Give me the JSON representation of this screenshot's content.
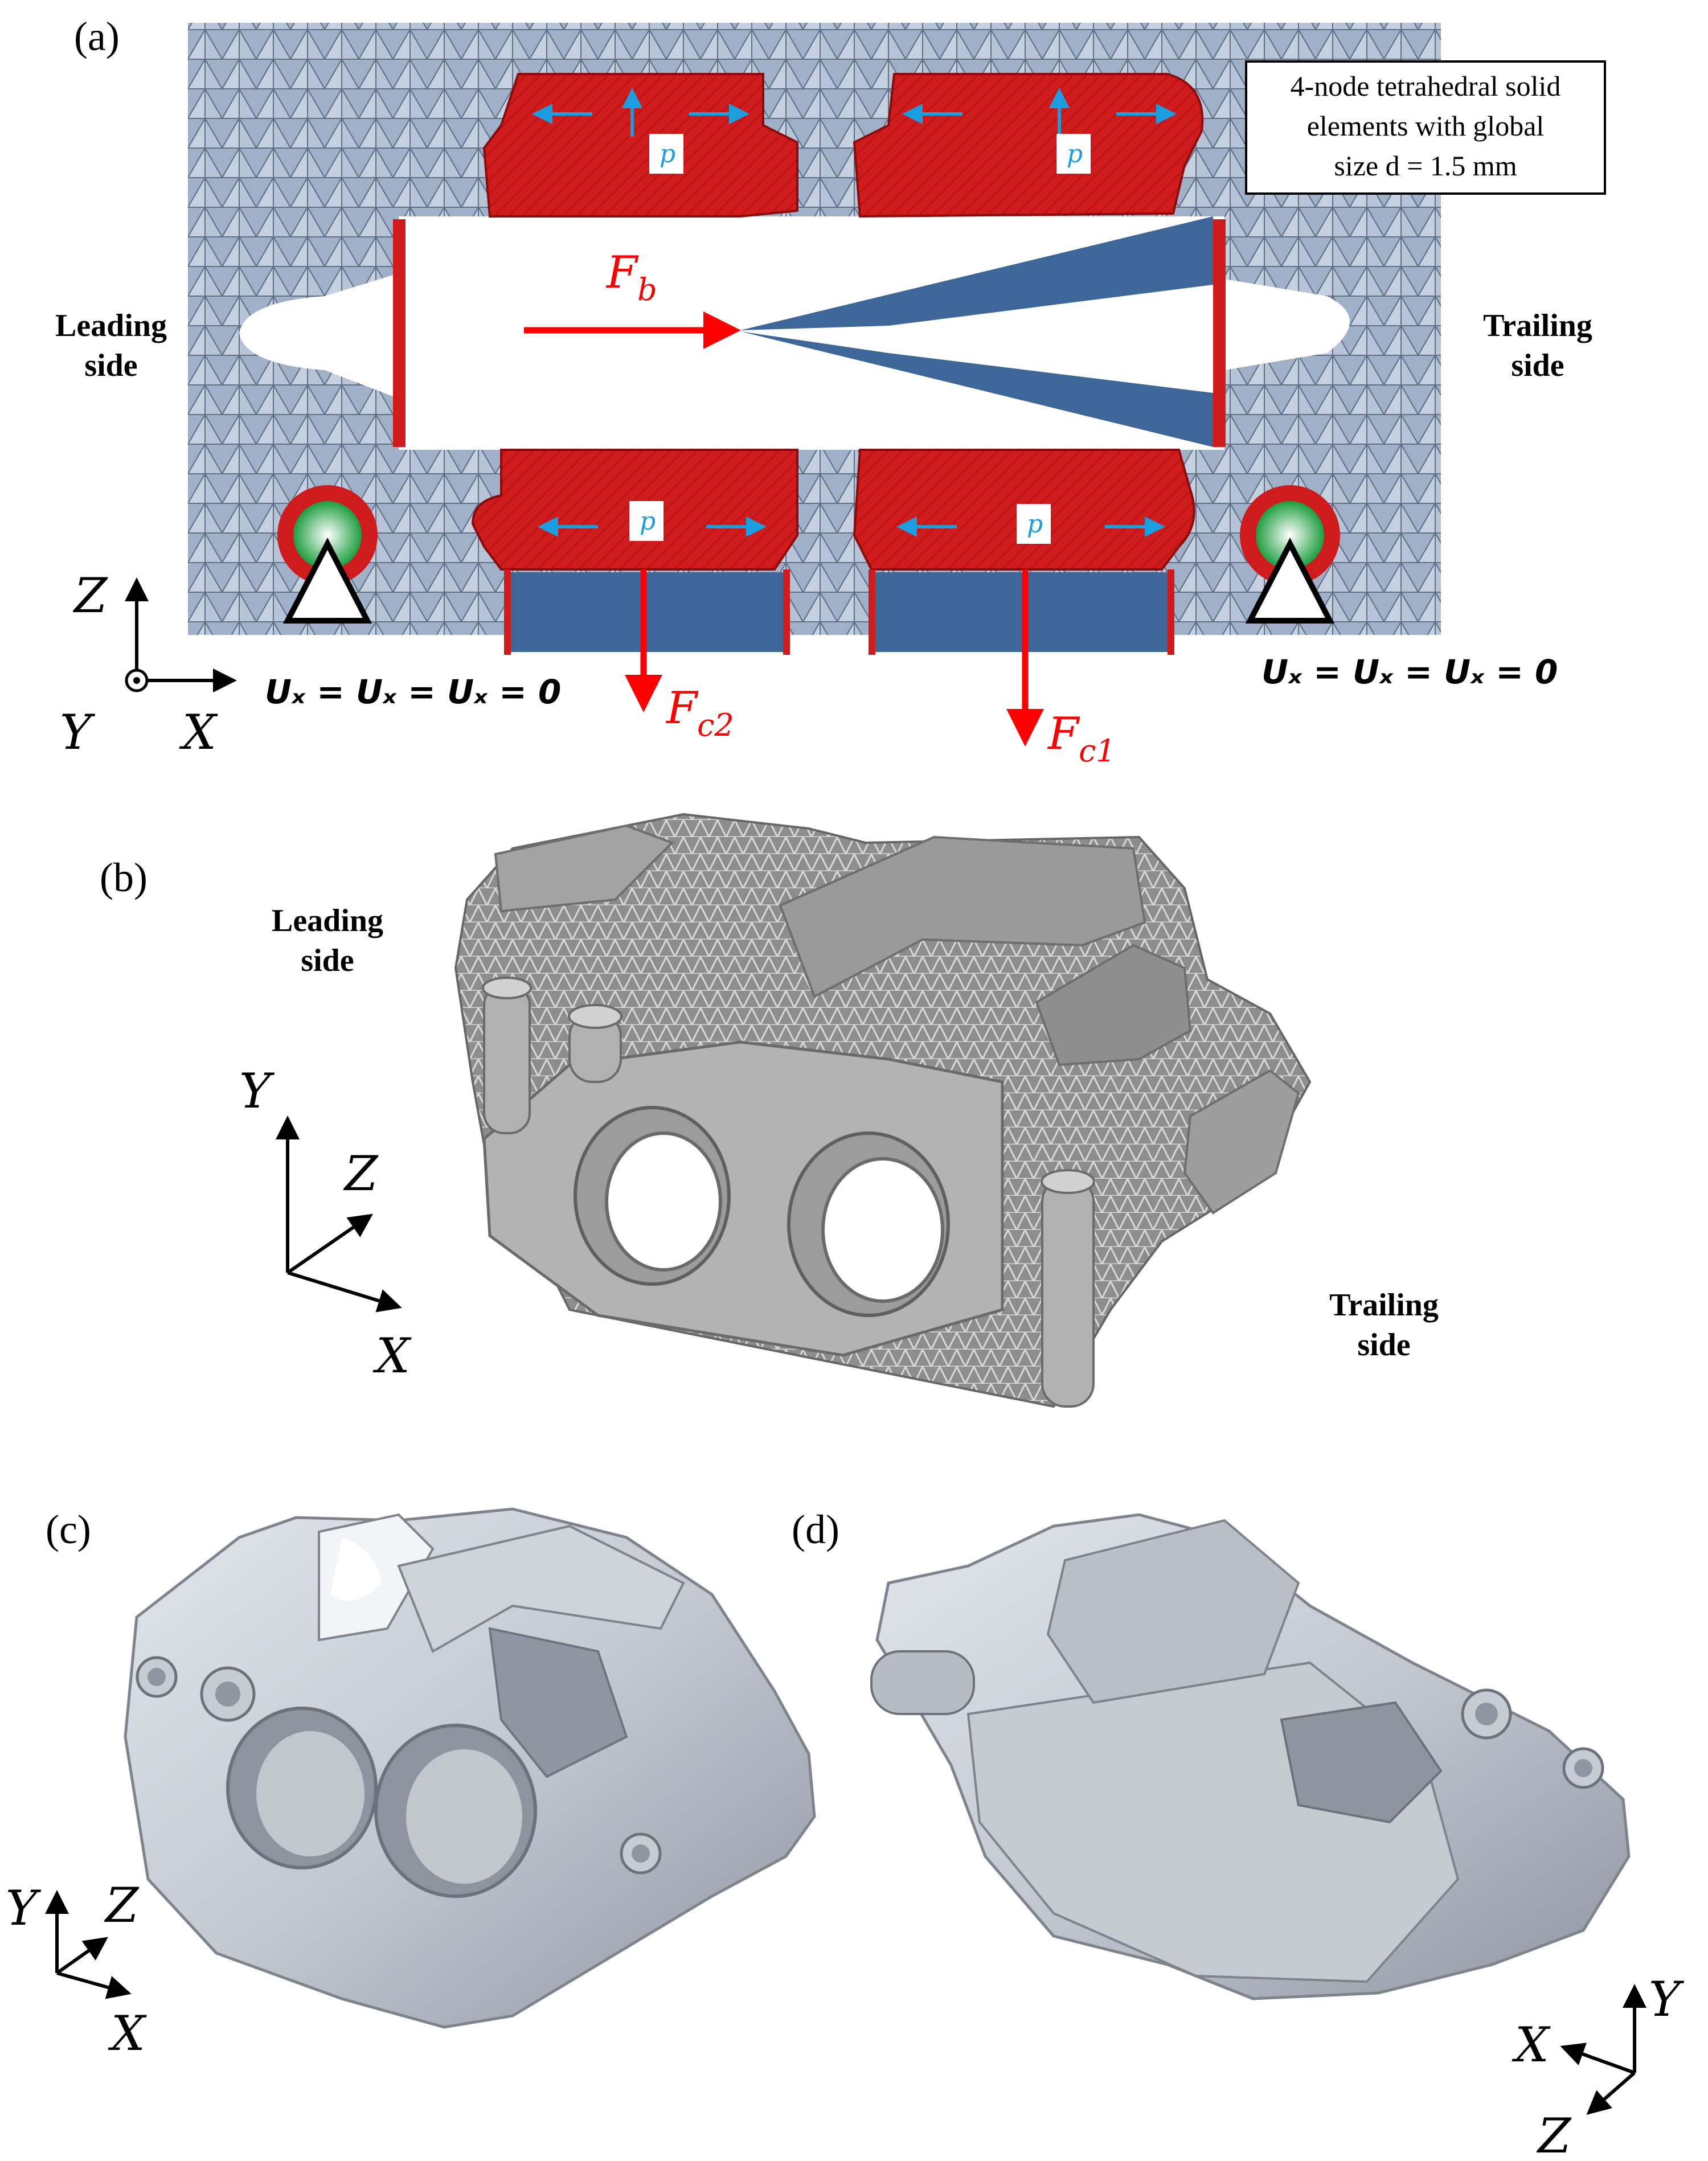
{
  "panels": {
    "a": "(a)",
    "b": "(b)",
    "c": "(c)",
    "d": "(d)"
  },
  "panel_a": {
    "note_lines": [
      "4-node tetrahedral solid",
      "elements with global",
      "size d = 1.5 mm"
    ],
    "leading_line1": "Leading",
    "leading_line2": "side",
    "trailing_line1": "Trailing",
    "trailing_line2": "side",
    "force_brake": "F",
    "force_brake_sub": "b",
    "force_c2": "F",
    "force_c2_sub": "c2",
    "force_c1": "F",
    "force_c1_sub": "c1",
    "pressure": "p",
    "bc_left": "Uₓ = Uₓ = Uₓ = 0",
    "bc_right": "Uₓ = Uₓ = Uₓ = 0",
    "axis_z": "Z",
    "axis_y": "Y",
    "axis_x": "X",
    "colors": {
      "mesh": "#a9b7cc",
      "piston": "#d01a1a",
      "pad": "#3d6699",
      "support": "#22a845",
      "force": "#ff0000",
      "pressure": "#1a9ee0"
    }
  },
  "panel_b": {
    "leading_line1": "Leading",
    "leading_line2": "side",
    "trailing_line1": "Trailing",
    "trailing_line2": "side",
    "axis_y": "Y",
    "axis_z": "Z",
    "axis_x": "X"
  },
  "panel_c": {
    "axis_y": "Y",
    "axis_z": "Z",
    "axis_x": "X"
  },
  "panel_d": {
    "axis_y": "Y",
    "axis_x": "X",
    "axis_z": "Z"
  }
}
